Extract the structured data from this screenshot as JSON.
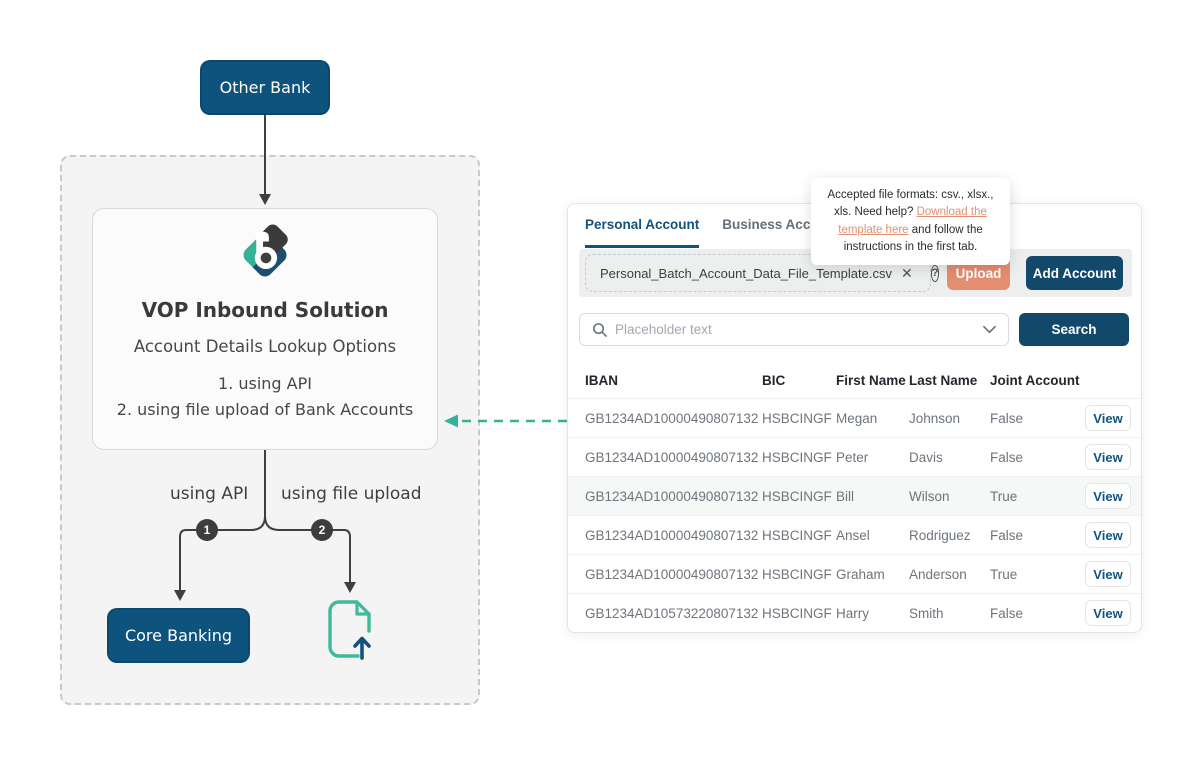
{
  "diagram": {
    "other_bank_label": "Other Bank",
    "card": {
      "title": "VOP Inbound Solution",
      "subtitle": "Account Details Lookup Options",
      "option1": "1. using API",
      "option2": "2. using file upload of Bank Accounts"
    },
    "branch_left_label": "using API",
    "branch_right_label": "using file upload",
    "branch_left_number": "1",
    "branch_right_number": "2",
    "core_banking_label": "Core Banking",
    "icons": {
      "file_upload_icon": "document-with-upload-arrow",
      "logo_icon": "vop-b-diamond-logo"
    }
  },
  "panel": {
    "tabs": [
      {
        "label": "Personal Account",
        "active": true
      },
      {
        "label": "Business Account",
        "active": false
      }
    ],
    "tooltip": {
      "text_before": "Accepted file formats: csv., xlsx., xls. Need help? ",
      "link_text": "Download the template here",
      "text_after": " and follow the instructions in the first tab."
    },
    "upload": {
      "filename": "Personal_Batch_Account_Data_File_Template.csv",
      "clear_icon": "✕",
      "help_icon": "?",
      "upload_label": "Upload",
      "add_account_label": "Add Account"
    },
    "search": {
      "placeholder": "Placeholder text",
      "button_label": "Search",
      "icons": {
        "search": "magnifier",
        "dropdown": "chevron-down"
      }
    },
    "table": {
      "headers": [
        "IBAN",
        "BIC",
        "First Name",
        "Last Name",
        "Joint Account"
      ],
      "action_label": "View",
      "rows": [
        {
          "iban": "GB1234AD10000490807132",
          "bic": "HSBCINGF",
          "first": "Megan",
          "last": "Johnson",
          "joint": "False",
          "highlight": false
        },
        {
          "iban": "GB1234AD10000490807132",
          "bic": "HSBCINGF",
          "first": "Peter",
          "last": "Davis",
          "joint": "False",
          "highlight": false
        },
        {
          "iban": "GB1234AD10000490807132",
          "bic": "HSBCINGF",
          "first": "Bill",
          "last": "Wilson",
          "joint": "True",
          "highlight": true
        },
        {
          "iban": "GB1234AD10000490807132",
          "bic": "HSBCINGF",
          "first": "Ansel",
          "last": "Rodriguez",
          "joint": "False",
          "highlight": false
        },
        {
          "iban": "GB1234AD10000490807132",
          "bic": "HSBCINGF",
          "first": "Graham",
          "last": "Anderson",
          "joint": "True",
          "highlight": false
        },
        {
          "iban": "GB1234AD10573220807132",
          "bic": "HSBCINGF",
          "first": "Harry",
          "last": "Smith",
          "joint": "False",
          "highlight": false
        }
      ]
    }
  },
  "colors": {
    "navy_diagram": "#0E537D",
    "navy_ui": "#12496B",
    "salmon_accent": "#E58E70",
    "teal_accent": "#35B197",
    "charcoal": "#3D3D3D"
  }
}
